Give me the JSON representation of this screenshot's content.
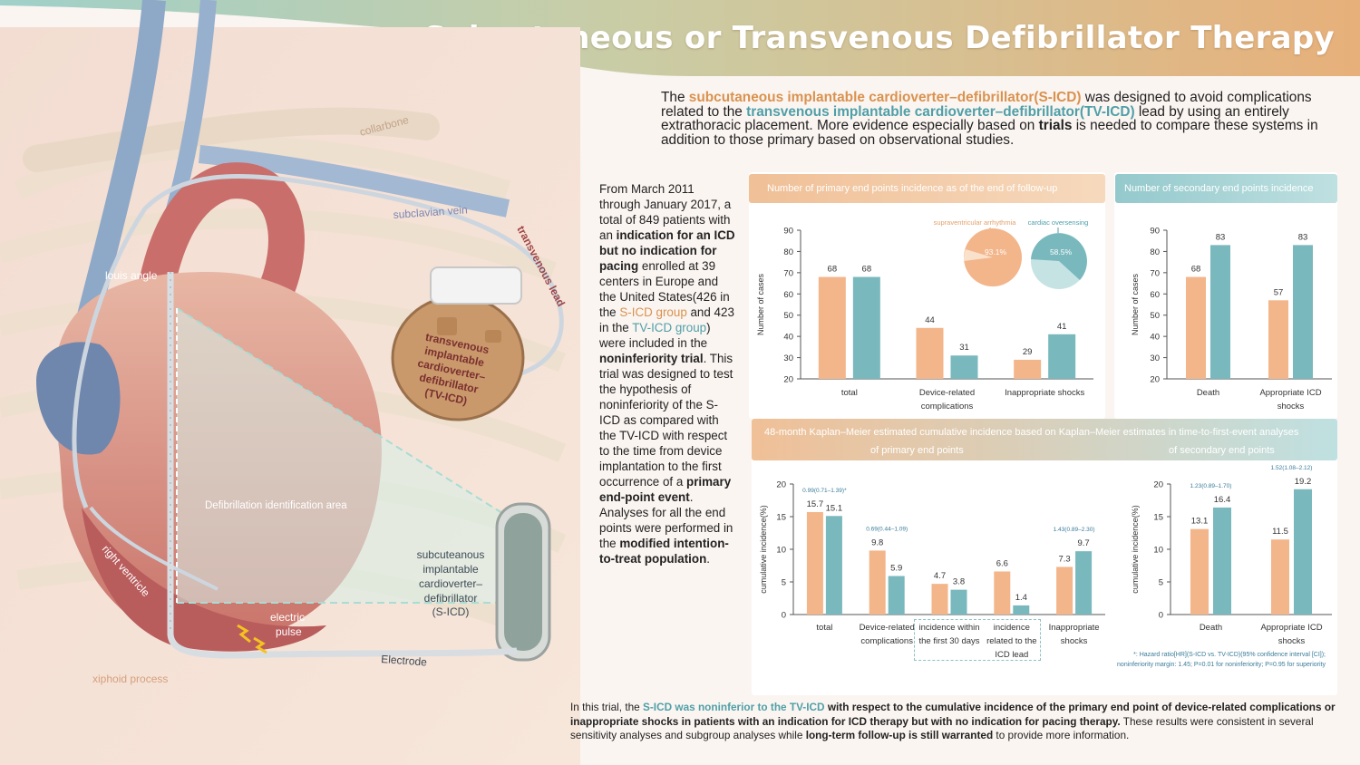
{
  "title": "Subcutaneous or Transvenous Defibrillator Therapy",
  "intro": {
    "p1": "The ",
    "sicd": "subcutaneous implantable cardioverter–defibrillator(S-ICD)",
    "p2": " was designed to avoid complications related to the ",
    "tvicd": "transvenous implantable cardioverter–defibrillator(TV-ICD)",
    "p3": " lead by using an entirely extrathoracic placement. More evidence especially based on ",
    "trials": "trials",
    "p4": " is needed to compare these systems in addition to those primary based on observational studies."
  },
  "study": {
    "t1": "From March 2011 through January 2017, a total of 849 patients with an ",
    "b1": "indication for an ICD but no indication for pacing",
    "t2": " enrolled at 39 centers in Europe and the United States(426 in the ",
    "sicd": "S-ICD group",
    "t3": " and 423 in the ",
    "tvicd": "TV-ICD group",
    "t4": ") were included in the ",
    "b2": "noninferiority trial",
    "t5": ". This trial was designed to test the hypothesis of noninferiority of the S-ICD as compared with the TV-ICD with respect to the time from device implantation to the first occurrence of a ",
    "b3": "primary end-point event",
    "t6": ". Analyses for all the end points were performed in the ",
    "b4": "modified intention-to-treat population",
    "t7": "."
  },
  "illustration": {
    "labels": {
      "collarbone": "collarbone",
      "subclavian": "subclavian vein",
      "tvlead": "transvenous lead",
      "louis": "louis angle",
      "tvicd": [
        "transvenous",
        "implantable",
        "cardioverter–",
        "defibrillator",
        "(TV-ICD)"
      ],
      "area": "Defibrillation identification area",
      "rv": "right ventricle",
      "pulse": [
        "electric",
        "pulse"
      ],
      "sicd": [
        "subcuteanous",
        "implantable",
        "cardioverter–",
        "defibrillator",
        "(S-ICD)"
      ],
      "electrode": "Electrode",
      "xiphoid": "xiphoid process"
    }
  },
  "panels": {
    "primary_header": "Number of primary end points incidence as of the end of follow-up",
    "secondary_header": "Number of secondary end points incidence",
    "km_header": "48-month Kaplan–Meier estimated cumulative incidence based on Kaplan–Meier estimates in time-to-first-event analyses",
    "km_sub1": "of primary end points",
    "km_sub2": "of secondary end points",
    "pie1_label": "supraventricular arrhythmia",
    "pie1_value": "93.1%",
    "pie2_label": "cardiac oversensing",
    "pie2_value": "58.5%",
    "footnote1": "*: Hazard ratio[HR](S-ICD vs. TV-ICD)(95% confidence interval [CI]);",
    "footnote2": "noninferiority margin: 1.45; P=0.01 for noninferiority; P=0.95 for superiority"
  },
  "chart_data": [
    {
      "type": "bar",
      "ylabel": "Number of cases",
      "ylim": [
        20,
        90
      ],
      "yticks": [
        20,
        30,
        40,
        50,
        60,
        70,
        80,
        90
      ],
      "categories": [
        [
          "total"
        ],
        [
          "Device-related",
          "complications"
        ],
        [
          "Inappropriate shocks"
        ]
      ],
      "series": [
        {
          "values": [
            68,
            44,
            29
          ]
        },
        {
          "values": [
            68,
            31,
            41
          ]
        }
      ]
    },
    {
      "type": "bar",
      "ylabel": "Number of cases",
      "ylim": [
        20,
        90
      ],
      "yticks": [
        20,
        30,
        40,
        50,
        60,
        70,
        80,
        90
      ],
      "categories": [
        [
          "Death"
        ],
        [
          "Appropriate ICD",
          "shocks"
        ]
      ],
      "series": [
        {
          "values": [
            68,
            57
          ]
        },
        {
          "values": [
            83,
            83
          ]
        }
      ]
    },
    {
      "type": "bar",
      "ylabel": "cumulative incidence(%)",
      "ylim": [
        0,
        20
      ],
      "yticks": [
        0,
        5,
        10,
        15,
        20
      ],
      "categories": [
        [
          "total"
        ],
        [
          "Device-related",
          "complications"
        ],
        [
          "incidence within",
          "the first 30 days"
        ],
        [
          "incidence",
          "related to the",
          "ICD lead"
        ],
        [
          "Inappropriate",
          "shocks"
        ]
      ],
      "annotations": [
        "0.99(0.71–1.39)*",
        "0.69(0.44–1.09)",
        "",
        "",
        "1.43(0.89–2.30)"
      ],
      "series": [
        {
          "values": [
            15.7,
            9.8,
            4.7,
            6.6,
            7.3
          ]
        },
        {
          "values": [
            15.1,
            5.9,
            3.8,
            1.4,
            9.7
          ]
        }
      ]
    },
    {
      "type": "bar",
      "ylabel": "cumulative incidence(%)",
      "ylim": [
        0,
        20
      ],
      "yticks": [
        0,
        5,
        10,
        15,
        20
      ],
      "categories": [
        [
          "Death"
        ],
        [
          "Appropriate ICD",
          "shocks"
        ]
      ],
      "annotations": [
        "1.23(0.89–1.70)",
        "1.52(1.08–2.12)"
      ],
      "series": [
        {
          "values": [
            13.1,
            11.5
          ]
        },
        {
          "values": [
            16.4,
            19.2
          ]
        }
      ]
    }
  ],
  "colors": {
    "sicd": "#f3b58a",
    "tvicd": "#79b8bd",
    "title_bg_left": "#9fd0c9",
    "title_bg_right": "#e7b07a"
  },
  "bottom": {
    "t1": "In this trial, the ",
    "s1": "S-ICD was noninferior to the TV-ICD",
    "b1": " with respect to the cumulative incidence of the primary end point of device-related complications or inappropriate shocks in patients with an indication for ICD therapy but with no indication for pacing therapy.",
    "t2": " These results were consistent in several sensitivity analyses and subgroup analyses while ",
    "b2": "long-term follow-up is still warranted",
    "t3": " to provide more information."
  }
}
